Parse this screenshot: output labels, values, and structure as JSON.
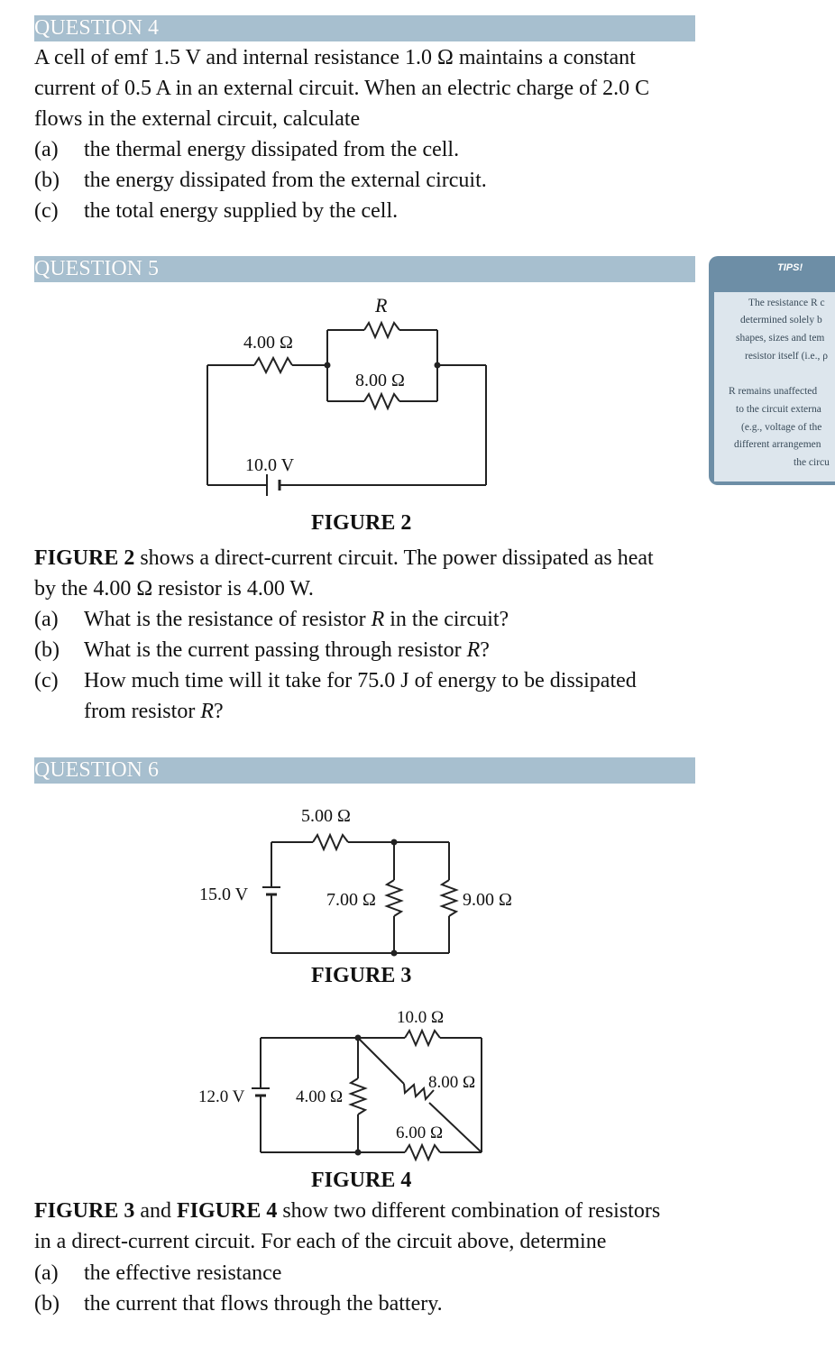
{
  "q4": {
    "heading": "QUESTION 4",
    "intro_lines": [
      "A cell of emf 1.5 V and internal resistance 1.0 Ω maintains a constant",
      "current of 0.5 A in an external circuit.  When an electric charge of 2.0 C",
      "flows in the external circuit, calculate"
    ],
    "items": [
      {
        "label": "(a)",
        "text": "the thermal energy dissipated from the cell."
      },
      {
        "label": "(b)",
        "text": "the energy dissipated from the external circuit."
      },
      {
        "label": "(c)",
        "text": "the total energy supplied by the cell."
      }
    ]
  },
  "q5": {
    "heading": "QUESTION 5",
    "figure": {
      "caption": "FIGURE 2",
      "r_label": "R",
      "r1_label": "4.00 Ω",
      "r2_label": "8.00 Ω",
      "battery_label": "10.0 V"
    },
    "text_line1_bold": "FIGURE 2",
    "text_line1_rest": " shows a direct-current circuit.  The power dissipated as heat",
    "text_line2": "by the 4.00 Ω resistor is 4.00 W.",
    "items": [
      {
        "label": "(a)",
        "pre": "What is the resistance of resistor ",
        "var": "R",
        "post": " in the circuit?"
      },
      {
        "label": "(b)",
        "pre": "What is the current passing through resistor ",
        "var": "R",
        "post": "?"
      },
      {
        "label": "(c)",
        "pre": "How much time will it take for 75.0 J of energy to be dissipated",
        "var": "",
        "post": ""
      }
    ],
    "item_c_cont_pre": "from resistor ",
    "item_c_cont_var": "R",
    "item_c_cont_post": "?"
  },
  "q6": {
    "heading": "QUESTION 6",
    "figure3": {
      "caption": "FIGURE 3",
      "battery_label": "15.0 V",
      "r_top": "5.00 Ω",
      "r_mid": "7.00 Ω",
      "r_right": "9.00 Ω"
    },
    "figure4": {
      "caption": "FIGURE 4",
      "battery_label": "12.0 V",
      "r_left": "4.00 Ω",
      "r_top": "10.0 Ω",
      "r_diag": "8.00 Ω",
      "r_bottom": "6.00 Ω"
    },
    "text_line1_bold1": "FIGURE 3",
    "text_line1_mid": " and ",
    "text_line1_bold2": "FIGURE 4",
    "text_line1_rest": " show two different combination of resistors",
    "text_line2": "in a direct-current circuit.  For each of the circuit above, determine",
    "items": [
      {
        "label": "(a)",
        "text": "the effective resistance"
      },
      {
        "label": "(b)",
        "text": "the current that flows through the battery."
      }
    ]
  },
  "tips": {
    "title": "TIPS!",
    "lines": [
      "The resistance R c",
      "determined solely b",
      "shapes, sizes and tem",
      "resistor itself (i.e., ρ",
      "R remains unaffected",
      "to the circuit externa",
      "(e.g., voltage of the",
      "different arrangemen",
      "the circu"
    ]
  },
  "colors": {
    "heading_bar": "#a7bfcf",
    "tips_panel": "#6d8ea6"
  }
}
